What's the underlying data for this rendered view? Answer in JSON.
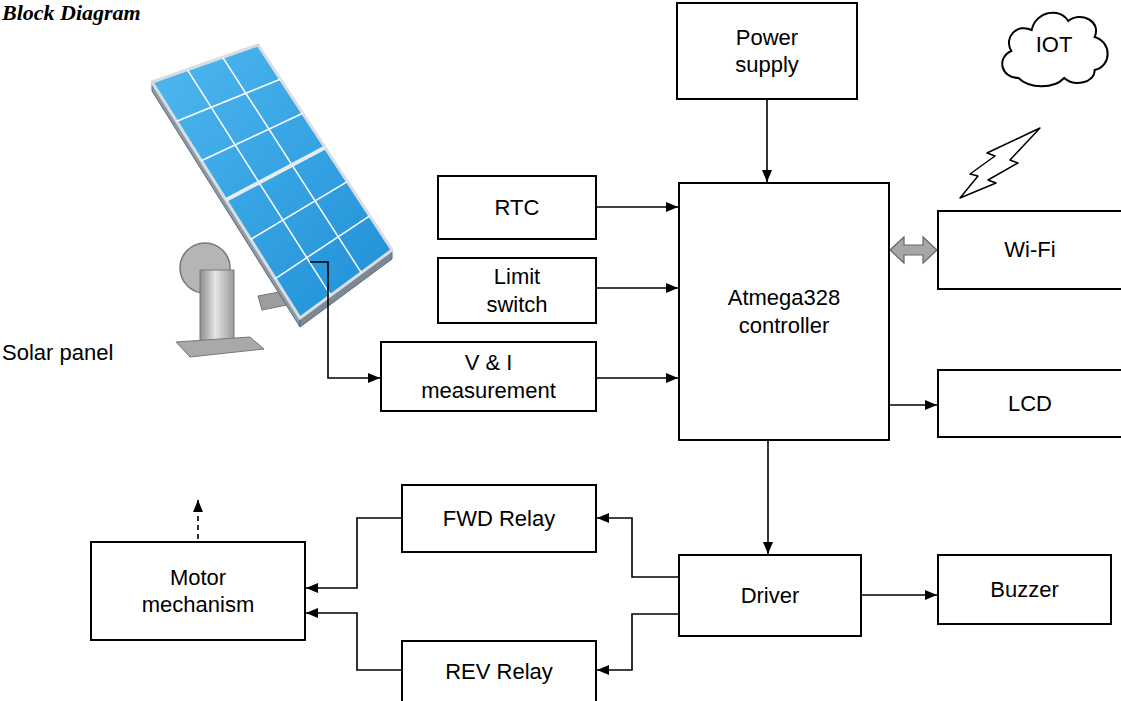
{
  "diagram": {
    "title": "Block Diagram",
    "nodes": [
      {
        "text": [
          "Power supply"
        ]
      },
      {
        "text": [
          "IOT"
        ]
      },
      {
        "text": [
          "RTC"
        ]
      },
      {
        "text": [
          "Atmega328 controller"
        ]
      },
      {
        "text": [
          "Wi-Fi"
        ]
      },
      {
        "text": [
          "Limit switch"
        ]
      },
      {
        "text": [
          "V & I measurement"
        ]
      },
      {
        "text": [
          "LCD"
        ]
      },
      {
        "text": [
          "FWD Relay"
        ]
      },
      {
        "text": [
          "Motor mechanism"
        ]
      },
      {
        "text": [
          "Driver"
        ]
      },
      {
        "text": [
          "Buzzer"
        ]
      },
      {
        "text": [
          "REV Relay"
        ]
      }
    ],
    "edges": [
      {
        "from": 0,
        "to": 3,
        "arrow": "to"
      },
      {
        "from": 2,
        "to": 3,
        "arrow": "to"
      },
      {
        "from": 5,
        "to": 3,
        "arrow": "to"
      },
      {
        "from": 6,
        "to": 3,
        "arrow": "to"
      },
      {
        "from": 3,
        "to": 4,
        "arrow": "both"
      },
      {
        "from": 3,
        "to": 7,
        "arrow": "to"
      },
      {
        "from": 3,
        "to": 10,
        "arrow": "to"
      },
      {
        "from": 10,
        "to": 11,
        "arrow": "to"
      },
      {
        "from": 10,
        "to": 8,
        "arrow": "to"
      },
      {
        "from": 10,
        "to": 12,
        "arrow": "to"
      },
      {
        "from": 8,
        "to": 9,
        "arrow": "to"
      },
      {
        "from": 12,
        "to": 9,
        "arrow": "to"
      }
    ],
    "labels": [
      "Solar panel"
    ]
  }
}
